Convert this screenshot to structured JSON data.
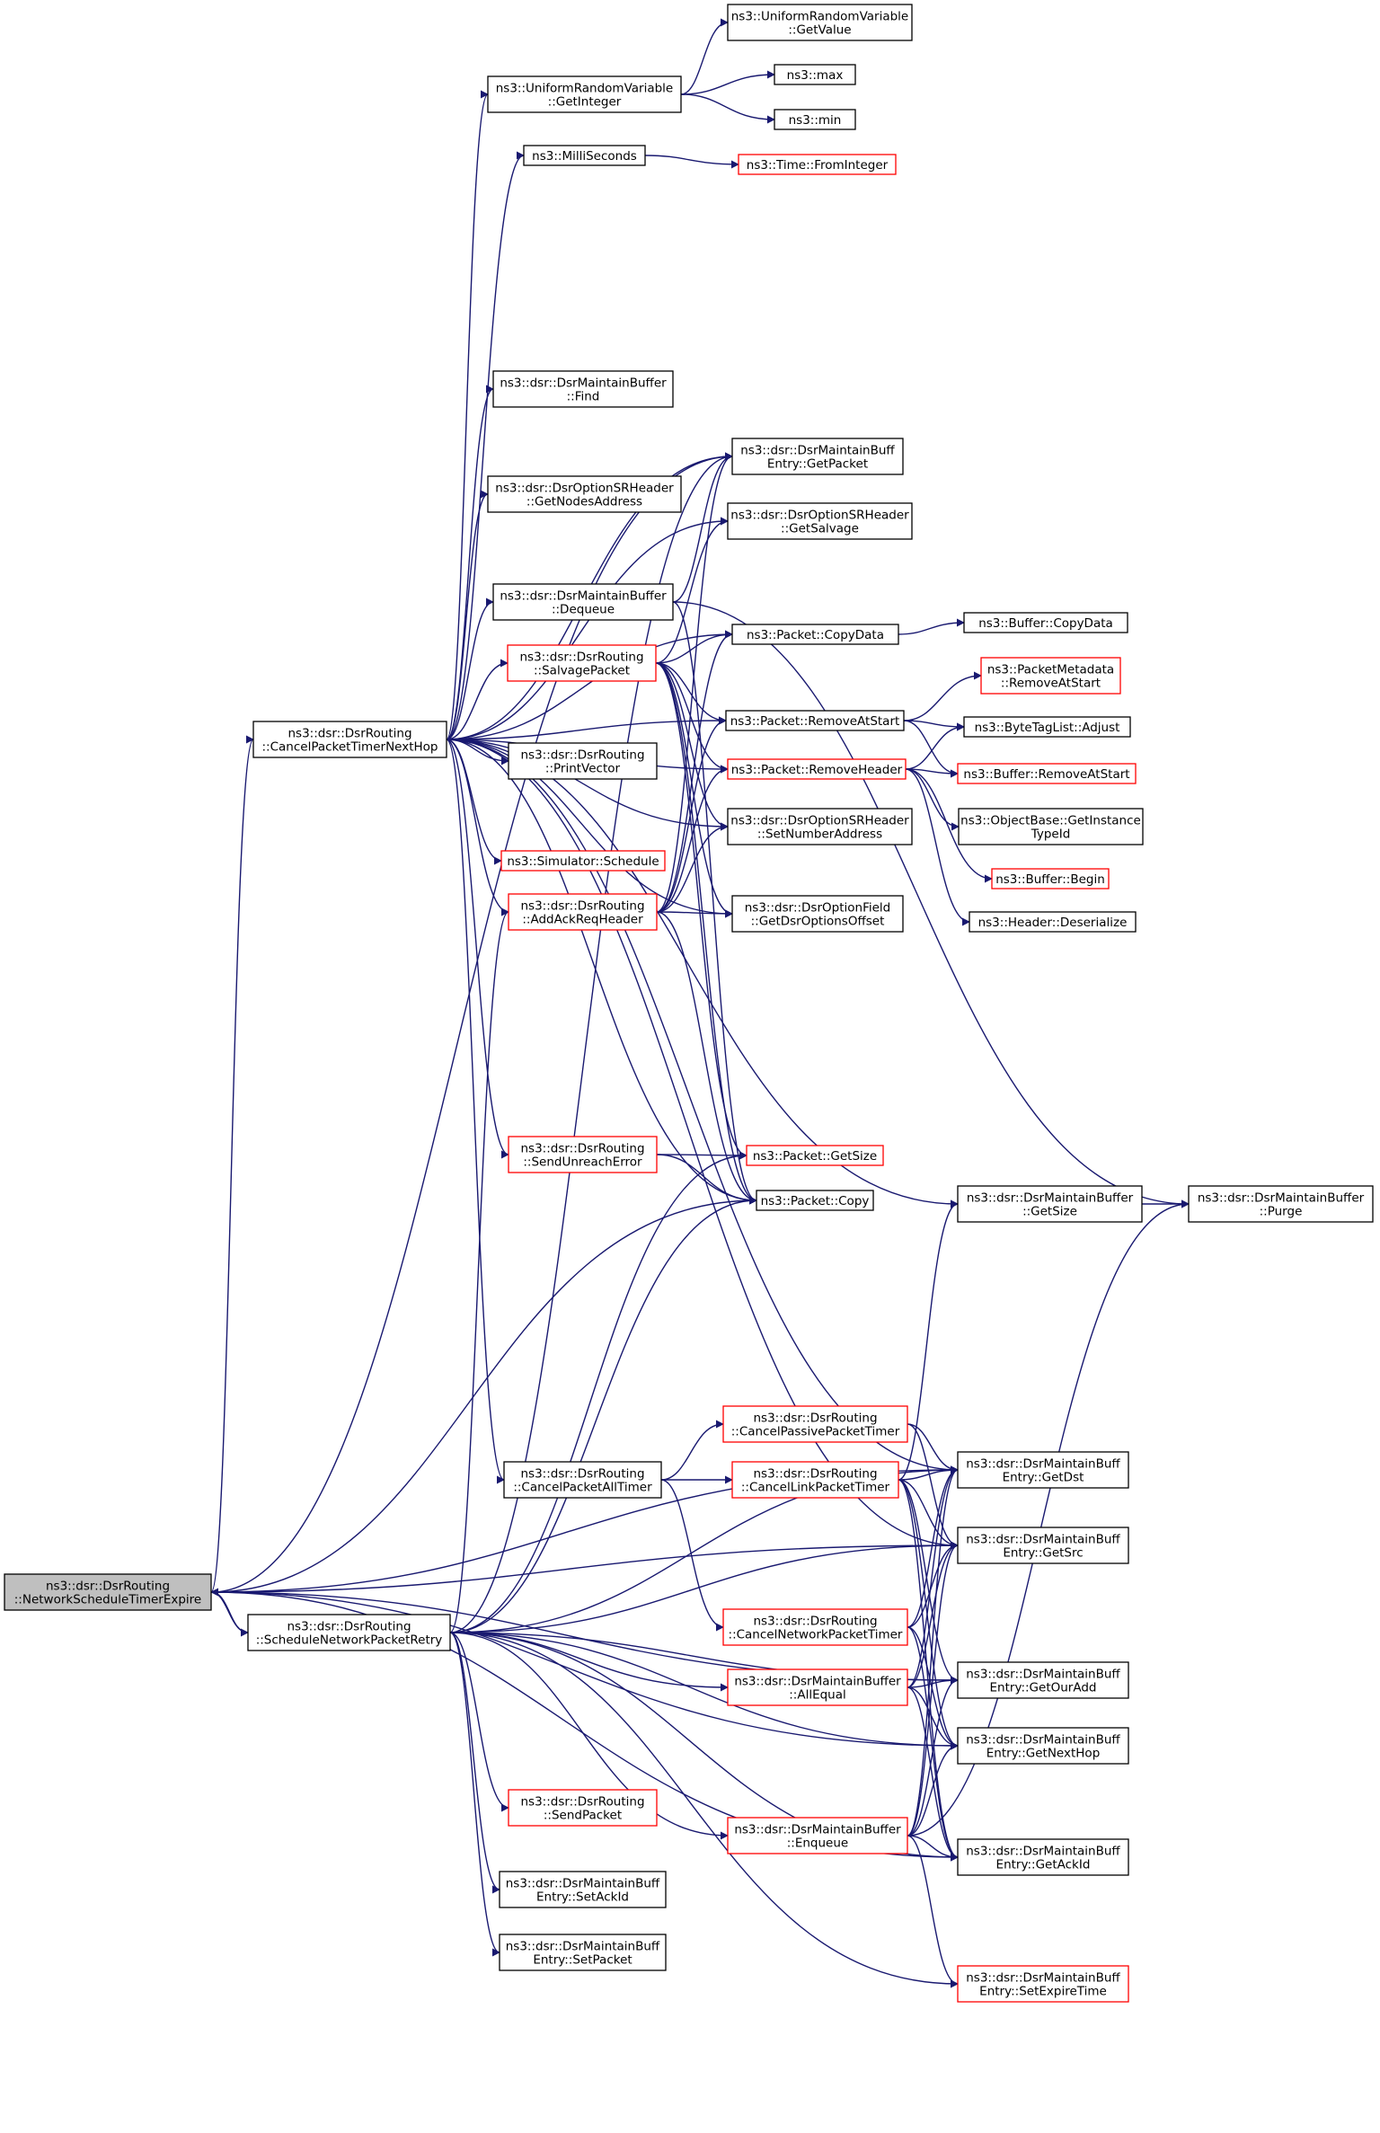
{
  "nodes": [
    {
      "id": "root",
      "lines": [
        "ns3::dsr::DsrRouting",
        "::NetworkScheduleTimerExpire"
      ],
      "style": "root"
    },
    {
      "id": "cptnh",
      "lines": [
        "ns3::dsr::DsrRouting",
        "::CancelPacketTimerNextHop"
      ],
      "style": "black"
    },
    {
      "id": "snpr",
      "lines": [
        "ns3::dsr::DsrRouting",
        "::ScheduleNetworkPacketRetry"
      ],
      "style": "black"
    },
    {
      "id": "urv_getint",
      "lines": [
        "ns3::UniformRandomVariable",
        "::GetInteger"
      ],
      "style": "black"
    },
    {
      "id": "urv_getval",
      "lines": [
        "ns3::UniformRandomVariable",
        "::GetValue"
      ],
      "style": "black"
    },
    {
      "id": "max",
      "lines": [
        "ns3::max"
      ],
      "style": "black"
    },
    {
      "id": "min",
      "lines": [
        "ns3::min"
      ],
      "style": "black"
    },
    {
      "id": "millis",
      "lines": [
        "ns3::MilliSeconds"
      ],
      "style": "black"
    },
    {
      "id": "fromint",
      "lines": [
        "ns3::Time::FromInteger"
      ],
      "style": "red"
    },
    {
      "id": "find",
      "lines": [
        "ns3::dsr::DsrMaintainBuffer",
        "::Find"
      ],
      "style": "black"
    },
    {
      "id": "getpacket",
      "lines": [
        "ns3::dsr::DsrMaintainBuff",
        "Entry::GetPacket"
      ],
      "style": "black"
    },
    {
      "id": "getnodes",
      "lines": [
        "ns3::dsr::DsrOptionSRHeader",
        "::GetNodesAddress"
      ],
      "style": "black"
    },
    {
      "id": "getsalvage",
      "lines": [
        "ns3::dsr::DsrOptionSRHeader",
        "::GetSalvage"
      ],
      "style": "black"
    },
    {
      "id": "dequeue",
      "lines": [
        "ns3::dsr::DsrMaintainBuffer",
        "::Dequeue"
      ],
      "style": "black"
    },
    {
      "id": "salvage",
      "lines": [
        "ns3::dsr::DsrRouting",
        "::SalvagePacket"
      ],
      "style": "red"
    },
    {
      "id": "copydata",
      "lines": [
        "ns3::Packet::CopyData"
      ],
      "style": "black"
    },
    {
      "id": "bufcopydata",
      "lines": [
        "ns3::Buffer::CopyData"
      ],
      "style": "black"
    },
    {
      "id": "pmremove",
      "lines": [
        "ns3::PacketMetadata",
        "::RemoveAtStart"
      ],
      "style": "red"
    },
    {
      "id": "premove",
      "lines": [
        "ns3::Packet::RemoveAtStart"
      ],
      "style": "black"
    },
    {
      "id": "bytetag",
      "lines": [
        "ns3::ByteTagList::Adjust"
      ],
      "style": "black"
    },
    {
      "id": "printvec",
      "lines": [
        "ns3::dsr::DsrRouting",
        "::PrintVector"
      ],
      "style": "black"
    },
    {
      "id": "removehdr",
      "lines": [
        "ns3::Packet::RemoveHeader"
      ],
      "style": "red"
    },
    {
      "id": "bufremove",
      "lines": [
        "ns3::Buffer::RemoveAtStart"
      ],
      "style": "red"
    },
    {
      "id": "setnum",
      "lines": [
        "ns3::dsr::DsrOptionSRHeader",
        "::SetNumberAddress"
      ],
      "style": "black"
    },
    {
      "id": "objbase",
      "lines": [
        "ns3::ObjectBase::GetInstance",
        "TypeId"
      ],
      "style": "black"
    },
    {
      "id": "schedule",
      "lines": [
        "ns3::Simulator::Schedule"
      ],
      "style": "red"
    },
    {
      "id": "bufbegin",
      "lines": [
        "ns3::Buffer::Begin"
      ],
      "style": "red"
    },
    {
      "id": "addack",
      "lines": [
        "ns3::dsr::DsrRouting",
        "::AddAckReqHeader"
      ],
      "style": "red"
    },
    {
      "id": "getoffset",
      "lines": [
        "ns3::dsr::DsrOptionField",
        "::GetDsrOptionsOffset"
      ],
      "style": "black"
    },
    {
      "id": "deser",
      "lines": [
        "ns3::Header::Deserialize"
      ],
      "style": "black"
    },
    {
      "id": "sendunreach",
      "lines": [
        "ns3::dsr::DsrRouting",
        "::SendUnreachError"
      ],
      "style": "red"
    },
    {
      "id": "pgetsize",
      "lines": [
        "ns3::Packet::GetSize"
      ],
      "style": "red"
    },
    {
      "id": "pcopy",
      "lines": [
        "ns3::Packet::Copy"
      ],
      "style": "black"
    },
    {
      "id": "mbgetsize",
      "lines": [
        "ns3::dsr::DsrMaintainBuffer",
        "::GetSize"
      ],
      "style": "black"
    },
    {
      "id": "purge",
      "lines": [
        "ns3::dsr::DsrMaintainBuffer",
        "::Purge"
      ],
      "style": "black"
    },
    {
      "id": "cpassive",
      "lines": [
        "ns3::dsr::DsrRouting",
        "::CancelPassivePacketTimer"
      ],
      "style": "red"
    },
    {
      "id": "callt",
      "lines": [
        "ns3::dsr::DsrRouting",
        "::CancelPacketAllTimer"
      ],
      "style": "black"
    },
    {
      "id": "clink",
      "lines": [
        "ns3::dsr::DsrRouting",
        "::CancelLinkPacketTimer"
      ],
      "style": "red"
    },
    {
      "id": "getdst",
      "lines": [
        "ns3::dsr::DsrMaintainBuff",
        "Entry::GetDst"
      ],
      "style": "black"
    },
    {
      "id": "getsrc",
      "lines": [
        "ns3::dsr::DsrMaintainBuff",
        "Entry::GetSrc"
      ],
      "style": "black"
    },
    {
      "id": "cnet",
      "lines": [
        "ns3::dsr::DsrRouting",
        "::CancelNetworkPacketTimer"
      ],
      "style": "red"
    },
    {
      "id": "allequal",
      "lines": [
        "ns3::dsr::DsrMaintainBuffer",
        "::AllEqual"
      ],
      "style": "red"
    },
    {
      "id": "getouradd",
      "lines": [
        "ns3::dsr::DsrMaintainBuff",
        "Entry::GetOurAdd"
      ],
      "style": "black"
    },
    {
      "id": "getnexthop",
      "lines": [
        "ns3::dsr::DsrMaintainBuff",
        "Entry::GetNextHop"
      ],
      "style": "black"
    },
    {
      "id": "sendpacket",
      "lines": [
        "ns3::dsr::DsrRouting",
        "::SendPacket"
      ],
      "style": "red"
    },
    {
      "id": "enqueue",
      "lines": [
        "ns3::dsr::DsrMaintainBuffer",
        "::Enqueue"
      ],
      "style": "red"
    },
    {
      "id": "getackid",
      "lines": [
        "ns3::dsr::DsrMaintainBuff",
        "Entry::GetAckId"
      ],
      "style": "black"
    },
    {
      "id": "setackid",
      "lines": [
        "ns3::dsr::DsrMaintainBuff",
        "Entry::SetAckId"
      ],
      "style": "black"
    },
    {
      "id": "setpacket",
      "lines": [
        "ns3::dsr::DsrMaintainBuff",
        "Entry::SetPacket"
      ],
      "style": "black"
    },
    {
      "id": "setexpire",
      "lines": [
        "ns3::dsr::DsrMaintainBuff",
        "Entry::SetExpireTime"
      ],
      "style": "red"
    }
  ],
  "edges": [
    [
      "root",
      "cptnh"
    ],
    [
      "root",
      "snpr"
    ],
    [
      "root",
      "getpacket"
    ],
    [
      "root",
      "pcopy"
    ],
    [
      "root",
      "getdst"
    ],
    [
      "root",
      "getsrc"
    ],
    [
      "root",
      "getnexthop"
    ],
    [
      "root",
      "getackid"
    ],
    [
      "root",
      "getouradd"
    ],
    [
      "cptnh",
      "urv_getint"
    ],
    [
      "cptnh",
      "millis"
    ],
    [
      "cptnh",
      "find"
    ],
    [
      "cptnh",
      "getpacket"
    ],
    [
      "cptnh",
      "getnodes"
    ],
    [
      "cptnh",
      "getsalvage"
    ],
    [
      "cptnh",
      "dequeue"
    ],
    [
      "cptnh",
      "salvage"
    ],
    [
      "cptnh",
      "copydata"
    ],
    [
      "cptnh",
      "premove"
    ],
    [
      "cptnh",
      "printvec"
    ],
    [
      "cptnh",
      "removehdr"
    ],
    [
      "cptnh",
      "setnum"
    ],
    [
      "cptnh",
      "schedule"
    ],
    [
      "cptnh",
      "addack"
    ],
    [
      "cptnh",
      "getoffset"
    ],
    [
      "cptnh",
      "sendunreach"
    ],
    [
      "cptnh",
      "pcopy"
    ],
    [
      "cptnh",
      "mbgetsize"
    ],
    [
      "cptnh",
      "callt"
    ],
    [
      "cptnh",
      "getsrc"
    ],
    [
      "cptnh",
      "getdst"
    ],
    [
      "snpr",
      "root"
    ],
    [
      "snpr",
      "addack"
    ],
    [
      "snpr",
      "pgetsize"
    ],
    [
      "snpr",
      "pcopy"
    ],
    [
      "snpr",
      "getpacket"
    ],
    [
      "snpr",
      "getsrc"
    ],
    [
      "snpr",
      "allequal"
    ],
    [
      "snpr",
      "sendpacket"
    ],
    [
      "snpr",
      "enqueue"
    ],
    [
      "snpr",
      "setackid"
    ],
    [
      "snpr",
      "setpacket"
    ],
    [
      "snpr",
      "setexpire"
    ],
    [
      "snpr",
      "getouradd"
    ],
    [
      "snpr",
      "getnexthop"
    ],
    [
      "snpr",
      "getackid"
    ],
    [
      "snpr",
      "getdst"
    ],
    [
      "urv_getint",
      "urv_getval"
    ],
    [
      "urv_getint",
      "max"
    ],
    [
      "urv_getint",
      "min"
    ],
    [
      "millis",
      "fromint"
    ],
    [
      "dequeue",
      "getpacket"
    ],
    [
      "dequeue",
      "purge"
    ],
    [
      "dequeue",
      "pcopy"
    ],
    [
      "salvage",
      "getsalvage"
    ],
    [
      "salvage",
      "copydata"
    ],
    [
      "salvage",
      "premove"
    ],
    [
      "salvage",
      "removehdr"
    ],
    [
      "salvage",
      "setnum"
    ],
    [
      "salvage",
      "getoffset"
    ],
    [
      "salvage",
      "pgetsize"
    ],
    [
      "salvage",
      "pcopy"
    ],
    [
      "copydata",
      "bufcopydata"
    ],
    [
      "premove",
      "pmremove"
    ],
    [
      "premove",
      "bytetag"
    ],
    [
      "premove",
      "bufremove"
    ],
    [
      "removehdr",
      "bufremove"
    ],
    [
      "removehdr",
      "bytetag"
    ],
    [
      "removehdr",
      "objbase"
    ],
    [
      "removehdr",
      "bufbegin"
    ],
    [
      "removehdr",
      "deser"
    ],
    [
      "addack",
      "getpacket"
    ],
    [
      "addack",
      "copydata"
    ],
    [
      "addack",
      "premove"
    ],
    [
      "addack",
      "removehdr"
    ],
    [
      "addack",
      "setnum"
    ],
    [
      "addack",
      "getoffset"
    ],
    [
      "addack",
      "pcopy"
    ],
    [
      "sendunreach",
      "pgetsize"
    ],
    [
      "sendunreach",
      "pcopy"
    ],
    [
      "mbgetsize",
      "purge"
    ],
    [
      "callt",
      "cpassive"
    ],
    [
      "callt",
      "clink"
    ],
    [
      "callt",
      "cnet"
    ],
    [
      "cpassive",
      "getdst"
    ],
    [
      "cpassive",
      "getsrc"
    ],
    [
      "clink",
      "getdst"
    ],
    [
      "clink",
      "getsrc"
    ],
    [
      "clink",
      "getouradd"
    ],
    [
      "clink",
      "getnexthop"
    ],
    [
      "clink",
      "getackid"
    ],
    [
      "clink",
      "mbgetsize"
    ],
    [
      "cnet",
      "getdst"
    ],
    [
      "cnet",
      "getsrc"
    ],
    [
      "cnet",
      "getnexthop"
    ],
    [
      "cnet",
      "getackid"
    ],
    [
      "allequal",
      "getsrc"
    ],
    [
      "allequal",
      "getouradd"
    ],
    [
      "allequal",
      "getnexthop"
    ],
    [
      "allequal",
      "getackid"
    ],
    [
      "allequal",
      "getdst"
    ],
    [
      "enqueue",
      "getdst"
    ],
    [
      "enqueue",
      "getsrc"
    ],
    [
      "enqueue",
      "getouradd"
    ],
    [
      "enqueue",
      "getnexthop"
    ],
    [
      "enqueue",
      "getackid"
    ],
    [
      "enqueue",
      "purge"
    ],
    [
      "enqueue",
      "setexpire"
    ]
  ]
}
